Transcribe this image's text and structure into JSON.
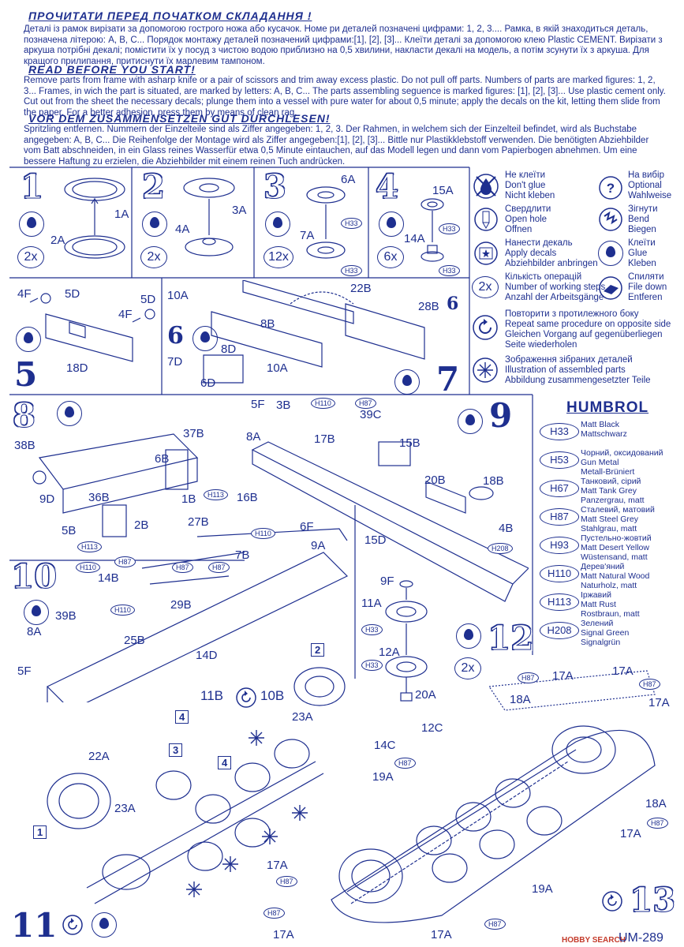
{
  "header": {
    "ua_title": "ПРОЧИТАТИ ПЕРЕД ПОЧАТКОМ СКЛАДАННЯ !",
    "ua_text": "Деталі із рамок вирізати за допомогою гострого ножа або кусачок. Номе ри деталей позначені цифрами: 1, 2, 3....   Рамка, в якій знаходиться  деталь, позначена літерою: А, В, С... Порядок монтажу  деталей позначений цифрами:[1], [2], [3]...  Клеїти деталі за допомогою клею  Plastic  CEMENT. Вирізати з аркуша потрібні декалі; помістити їх у посуд з чистою водою  приблизно на  0,5 хвилини, накласти декалі на модель, а потім  зсунути їх з аркуша. Для  кращого прилипання, притиснути їх марлевим   тампоном.",
    "en_title": "READ BEFORE YOU START!",
    "en_text": "Remove parts from frame with asharp knife or a pair of scissors and trim   away excess plastic. Do not pull off parts. Numbers of parts are  marked figures: 1, 2, 3... Frames, in wich the part is situated, are marked by letters:  A, B, C... The parts assembling seguence is marked figures:  [1], [2], [3]...  Use plastic cement only. Cut out from the sheet the necessary  decals; plunge them into a vessel with  pure water for about 0,5 minute;  apply   the decals on the kit, letting them slide from the paper. For a better adhesion,  press them by means of clean rag.",
    "de_title": "VOR DEM ZUSAMMENSETZEN GUT DURCHLESEN!",
    "de_text": "Spritzling entfernen. Nummern der Einzelteile sind als Ziffer angegeben: 1, 2, 3.   Der Rahmen, in welchem sich der Einzelteil befindet, wird als Buchstabe angegeben: A, B, C...  Die Reihenfolge der Montage wird als   Ziffer angegeben:[1], [2], [3]...  Bittle nur Plastikklebstoff verwenden. Die benötigten Abziehbilder vom Batt abschneiden, in ein Glass reines Wasserfür etwa 0,5 Minute  eintauchen, auf das Modell legen und dann vom Papierbogen abnehmen.  Um eine bessere Haftung zu erzielen, die Abziehbilder mit einem reinen  Tuch andrücken."
  },
  "steps": {
    "s1": {
      "num": "1",
      "parts": [
        "1A",
        "2A"
      ],
      "count": "2x"
    },
    "s2": {
      "num": "2",
      "parts": [
        "3A",
        "4A"
      ],
      "count": "2x"
    },
    "s3": {
      "num": "3",
      "parts": [
        "6A",
        "7A"
      ],
      "paints": [
        "H33",
        "H33"
      ],
      "count": "12x"
    },
    "s4": {
      "num": "4",
      "parts": [
        "15A",
        "14A"
      ],
      "paints": [
        "H33",
        "H33"
      ],
      "count": "6x"
    },
    "s5": {
      "num": "5",
      "parts": [
        "4F",
        "5D",
        "5D",
        "4F",
        "18D"
      ]
    },
    "s6": {
      "num": "6",
      "parts": [
        "10A",
        "8B",
        "10A",
        "7D",
        "8D",
        "6D"
      ]
    },
    "s7": {
      "num": "7",
      "parts": [
        "22B",
        "28B"
      ],
      "sub": "6"
    },
    "s8": {
      "num": "8",
      "parts": [
        "38B",
        "37B",
        "6B",
        "9D",
        "36B",
        "1B",
        "5B",
        "2B"
      ],
      "paints": [
        "H113",
        "H113"
      ]
    },
    "s9": {
      "num": "9",
      "parts": [
        "5F",
        "3B",
        "8A",
        "17B",
        "39C",
        "15B",
        "20B",
        "18B",
        "4B",
        "15D"
      ],
      "paints": [
        "H110",
        "H87",
        "H208"
      ]
    },
    "s10": {
      "num": "10",
      "parts": [
        "16B",
        "27B",
        "6F",
        "9A",
        "7B",
        "14B",
        "29B",
        "39B",
        "8A",
        "25B",
        "14D",
        "5F"
      ],
      "paints": [
        "H110",
        "H87",
        "H87",
        "H87",
        "H110",
        "H110"
      ]
    },
    "s11": {
      "num": "11",
      "parts": [
        "11B",
        "10B",
        "23A",
        "22A",
        "23A"
      ],
      "subs": [
        "2",
        "4",
        "3",
        "4",
        "1"
      ]
    },
    "s12": {
      "num": "12",
      "parts": [
        "9F",
        "11A",
        "12A",
        "20A"
      ],
      "paints": [
        "H33",
        "H33"
      ],
      "count": "2x"
    },
    "s13": {
      "num": "13",
      "parts": [
        "17A",
        "17A",
        "18A",
        "17A",
        "12C",
        "14C",
        "19A",
        "18A",
        "17A",
        "17A",
        "19A",
        "17A",
        "17A"
      ],
      "paints": [
        "H87",
        "H87",
        "H87",
        "H87",
        "H87",
        "H87",
        "H87"
      ]
    }
  },
  "legend": {
    "noglue": [
      "Не клеїти",
      "Don't glue",
      "Nicht kleben"
    ],
    "optional": [
      "На вибір",
      "Optional",
      "Wahlweise"
    ],
    "drill": [
      "Свердлити",
      "Open hole",
      "Offnen"
    ],
    "bend": [
      "Зігнути",
      "Bend",
      "Biegen"
    ],
    "decal": [
      "Нанести декаль",
      "Apply decals",
      "Abziehbilder anbringen"
    ],
    "glue": [
      "Клеїти",
      "Glue",
      "Kleben"
    ],
    "count": {
      "sym": "2x",
      "lines": [
        "Кількість операцій",
        "Number of working steps",
        "Anzahl der Arbeitsgänge"
      ]
    },
    "file": [
      "Спиляти",
      "File down",
      "Entferen"
    ],
    "repeat": [
      "Повторити з протилежного боку",
      "Repeat same procedure on opposite side",
      "Gleichen Vorgang auf gegenüberliegen",
      "Seite wiederholen"
    ],
    "illustration": [
      "Зображення зібраних деталей",
      "Illustration of assembled parts",
      "Abbildung zusammengesetzter Teile"
    ]
  },
  "humbrol": {
    "title": "HUMBROL",
    "paints": [
      {
        "code": "H33",
        "lines": [
          "Matt Black",
          "Mattschwarz"
        ]
      },
      {
        "code": "H53",
        "lines": [
          "Чорний, оксидований",
          "Gun Metal",
          "Metall-Brüniert"
        ]
      },
      {
        "code": "H67",
        "lines": [
          "Танковий, сірий",
          "Matt Tank Grey",
          "Panzergrau, matt"
        ]
      },
      {
        "code": "H87",
        "lines": [
          "Сталевий, матовий",
          "Matt Steel Grey",
          "Stahlgrau, matt"
        ]
      },
      {
        "code": "H93",
        "lines": [
          "Пустельно-жовтий",
          "Matt Desert Yellow",
          "Wüstensand, matt"
        ]
      },
      {
        "code": "H110",
        "lines": [
          "Дерев'яний",
          "Matt Natural Wood",
          "Naturholz, matt"
        ]
      },
      {
        "code": "H113",
        "lines": [
          "Іржавий",
          "Matt Rust",
          "Rostbraun, matt"
        ]
      },
      {
        "code": "H208",
        "lines": [
          "Зелений",
          "Signal Green",
          "Signalgrün"
        ]
      }
    ]
  },
  "footer": {
    "watermark": "HOBBY SEARCH",
    "code": "UM-289"
  },
  "colors": {
    "ink": "#1e2f8f",
    "paper": "#ffffff"
  }
}
